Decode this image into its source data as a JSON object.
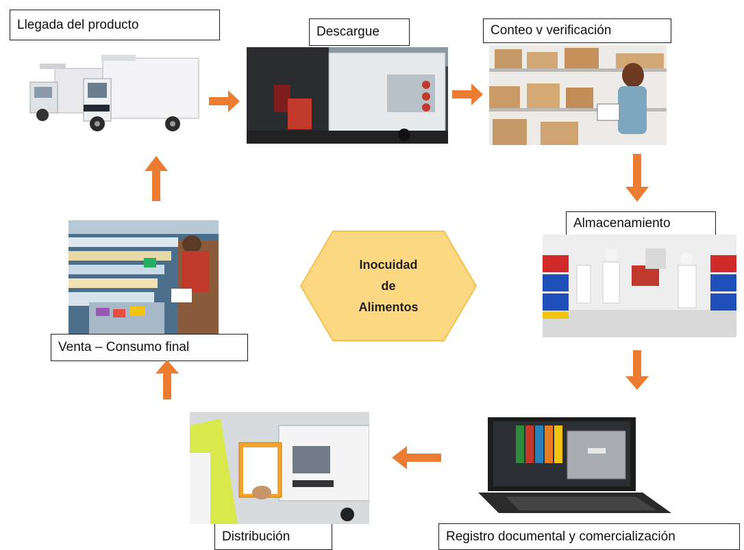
{
  "center": {
    "line1": "Inocuidad",
    "line2": "de",
    "line3": "Alimentos",
    "fill": "#fdd882",
    "stroke": "#f2c14e"
  },
  "steps": {
    "arrival": "Llegada del producto",
    "unload": "Descargue",
    "count": "Conteo v verificación",
    "storage": "Almacenamiento",
    "records": "Registro documental y comercialización",
    "distribution": "Distribución",
    "sale": "Venta – Consumo final"
  },
  "arrow_color": "#ec7c31"
}
